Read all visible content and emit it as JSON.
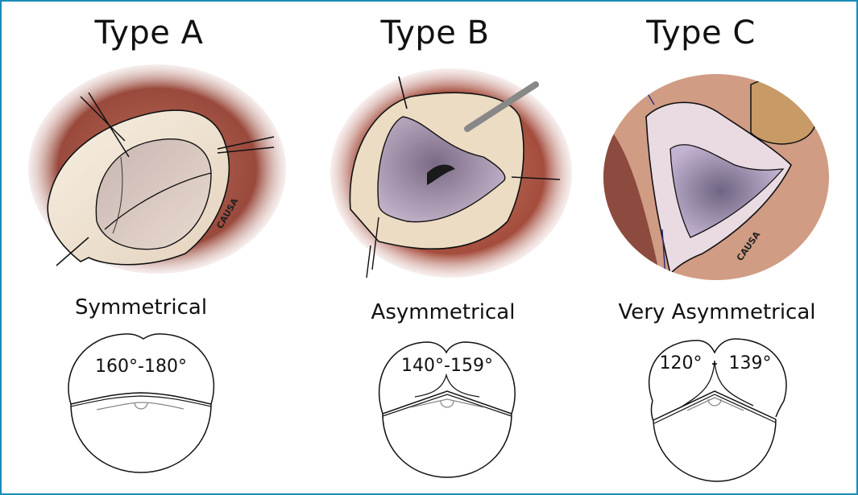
{
  "figure": {
    "panels": [
      {
        "id": "A",
        "title": "Type A",
        "classification": "Symmetrical",
        "angle_range": "160°-180°",
        "illustration": "symmetric-valve-drawing",
        "signature": "CAUSA"
      },
      {
        "id": "B",
        "title": "Type B",
        "classification": "Asymmetrical",
        "angle_range": "140°-159°",
        "illustration": "asymmetric-valve-drawing"
      },
      {
        "id": "C",
        "title": "Type C",
        "classification": "Very Asymmetrical",
        "angle_range_left": "120°",
        "angle_range_sep": "-",
        "angle_range_right": "139°",
        "illustration": "very-asymmetric-valve-drawing",
        "signature": "CAUSA"
      }
    ]
  },
  "colors": {
    "frame": "#1a8bb8",
    "tissue_dark": "#9a4a3c",
    "tissue_light": "#c77a66",
    "leaflet_cream": "#efe3cf",
    "leaflet_purple": "#a99ab8",
    "ink": "#111111"
  }
}
